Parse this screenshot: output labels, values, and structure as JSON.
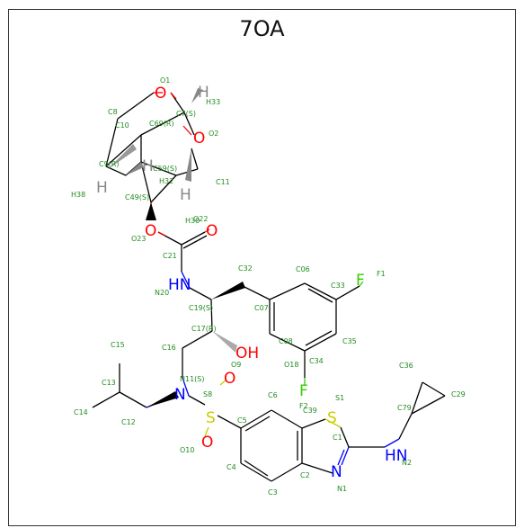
{
  "title": "7OA",
  "colors": {
    "carbon_label": "#228B22",
    "oxygen": "#ff0000",
    "nitrogen": "#0000ff",
    "sulfur": "#cccc00",
    "fluorine": "#33cc00",
    "hydrogen_bond": "#999999",
    "bond": "#000000"
  },
  "atoms": {
    "O1": "O1",
    "O2": "O2",
    "O2_sym": "O",
    "O1_sym": "O",
    "H33": "H33",
    "C8": "C8",
    "C10": "C10",
    "C69": "C69(R)",
    "C7": "C7(S)",
    "C9": "C9(R)",
    "C59": "C59(S)",
    "H32": "H32",
    "H38": "H38",
    "C49": "C49(S)",
    "C11": "C11",
    "H30": "H30",
    "O22": "O22",
    "O23": "O23",
    "C21": "C21",
    "N20": "N20",
    "HN": "HN",
    "C32": "C32",
    "C06": "C06",
    "C33": "C33",
    "F1": "F1",
    "F_sym": "F",
    "C19": "C19(S)",
    "C07": "C07",
    "C17": "C17(R)",
    "OH": "OH",
    "O9": "O9",
    "C08": "C08",
    "O18": "O18",
    "C34": "C34",
    "C35": "C35",
    "C16": "C16",
    "C15": "C15",
    "N11": "N11(S)",
    "N_sym": "N",
    "C13": "C13",
    "S8": "S8",
    "S_sym": "S",
    "O_sym": "O",
    "C14": "C14",
    "C12": "C12",
    "C6": "C6",
    "F2": "F2",
    "C39": "C39",
    "S1": "S1",
    "C36": "C36",
    "C29": "C29",
    "C79": "C79",
    "C5": "C5",
    "O10": "O10",
    "C1": "C1",
    "HN2_sym": "HN",
    "N2": "N2",
    "C4": "C4",
    "C2": "C2",
    "N1": "N1",
    "C3": "C3",
    "H_sym": "H"
  }
}
